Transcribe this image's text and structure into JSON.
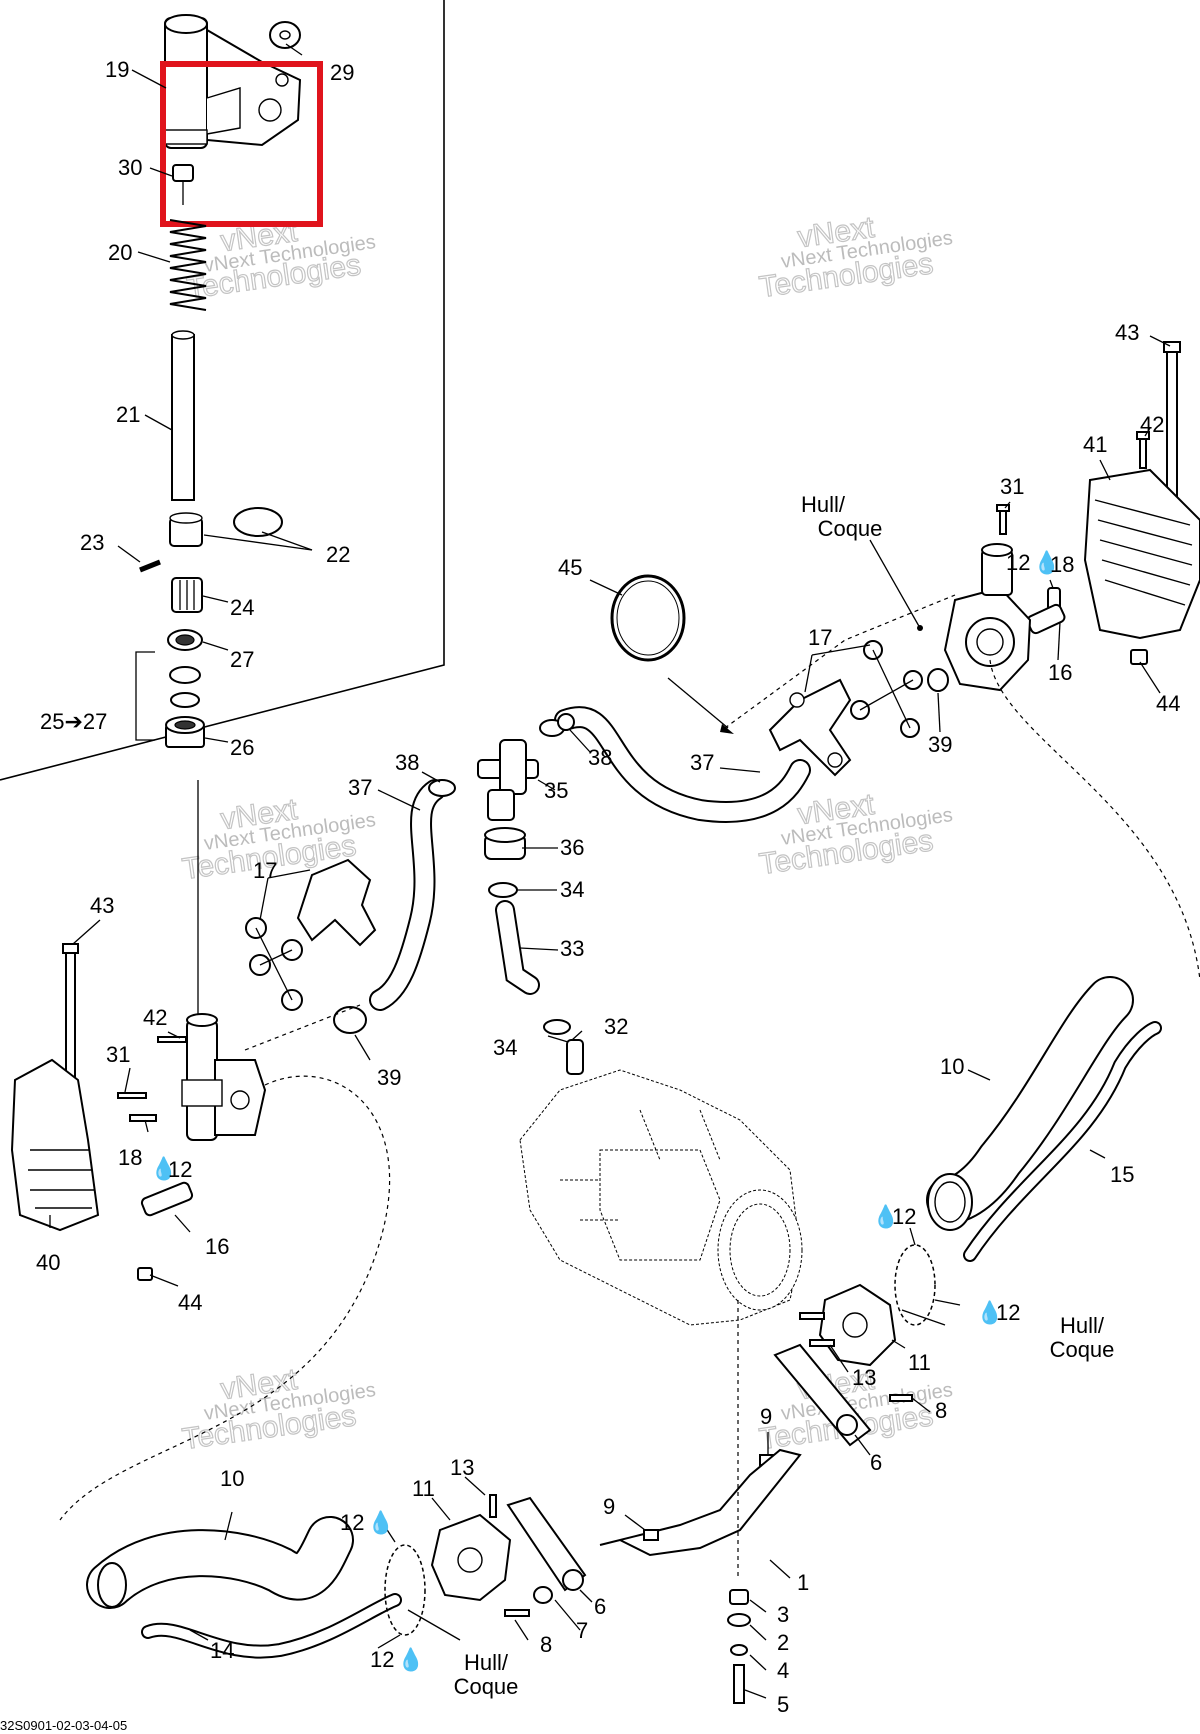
{
  "diagram": {
    "document_ref": "32S0901-02-03-04-05",
    "watermark_line1": "vNext Technologies",
    "watermark_line2": "vNext",
    "watermark_line3": "Technologies",
    "hull_label_line1": "Hull/",
    "hull_label_line2": "Coque",
    "drop_symbol": "💧",
    "highlight_color": "#e0141c",
    "callouts": {
      "c19": "19",
      "c29": "29",
      "c30": "30",
      "c20": "20",
      "c21": "21",
      "c23": "23",
      "c22": "22",
      "c24": "24",
      "c27a": "27",
      "c25_27": "25➔27",
      "c26": "26",
      "c43a": "43",
      "c42a": "42",
      "c41": "41",
      "c31a": "31",
      "c12a": "12",
      "c18a": "18",
      "c17a": "17",
      "c16a": "16",
      "c44a": "44",
      "c39a": "39",
      "c45": "45",
      "c37a": "37",
      "c38a": "38",
      "c38b": "38",
      "c35": "35",
      "c37b": "37",
      "c36": "36",
      "c34a": "34",
      "c33": "33",
      "c17b": "17",
      "c43b": "43",
      "c42b": "42",
      "c31b": "31",
      "c39b": "39",
      "c34b": "34",
      "c32": "32",
      "c18b": "18",
      "c12b": "12",
      "c16b": "16",
      "c40": "40",
      "c44b": "44",
      "c10a": "10",
      "c15": "15",
      "c12c": "12",
      "c12d": "12",
      "c11a": "11",
      "c13a": "13",
      "c8a": "8",
      "c9a": "9",
      "c6a": "6",
      "c10b": "10",
      "c13b": "13",
      "c11b": "11",
      "c9b": "9",
      "c12e": "12",
      "c1": "1",
      "c6b": "6",
      "c3": "3",
      "c2": "2",
      "c7": "7",
      "c8b": "8",
      "c4": "4",
      "c12f": "12",
      "c14": "14",
      "c5": "5"
    }
  }
}
